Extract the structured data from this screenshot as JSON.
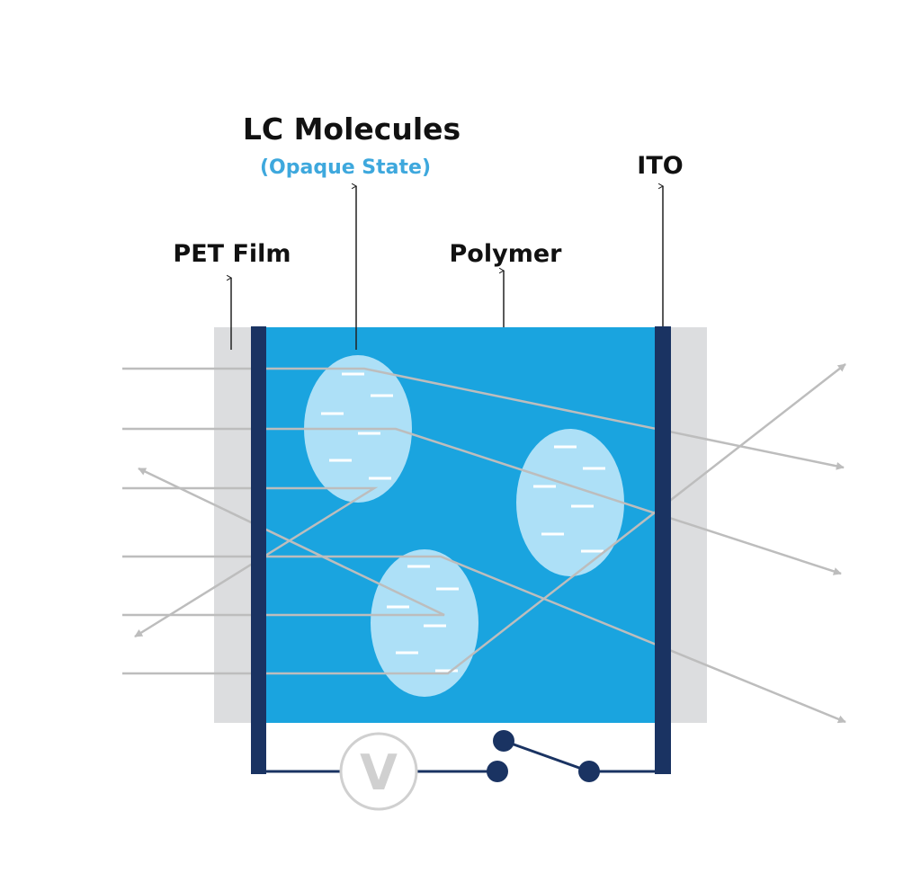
{
  "labels": {
    "lc_molecules": "LC Molecules",
    "opaque_state": "(Opaque State)",
    "ito": "ITO",
    "pet_film": "PET Film",
    "polymer": "Polymer",
    "voltmeter": "V"
  },
  "colors": {
    "pet_film": "#dcdddf",
    "polymer": "#1aa4df",
    "electrode": "#1a3362",
    "droplet": "#ade0f7",
    "molecule": "#ffffff",
    "light_ray": "#bdbdbd",
    "subtitle": "#3ea8dd",
    "voltmeter": "#d0d0d0"
  },
  "icons": {
    "voltmeter": "voltmeter-icon",
    "switch": "open-switch-icon"
  }
}
